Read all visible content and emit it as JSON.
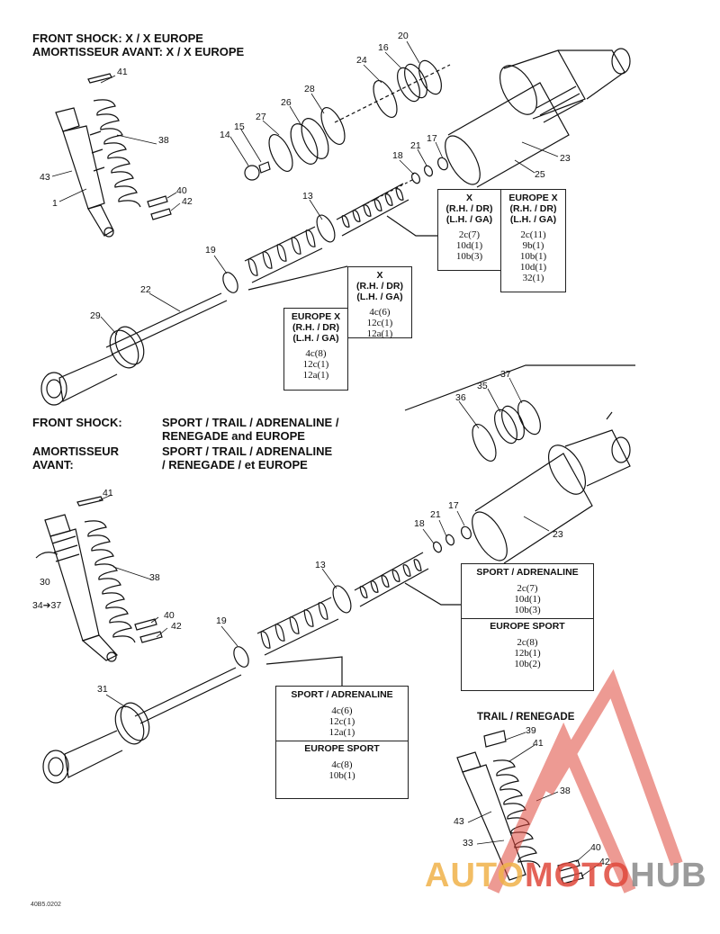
{
  "header1": {
    "line1": "FRONT SHOCK:  X / X EUROPE",
    "line2": "AMORTISSEUR AVANT:  X / X EUROPE"
  },
  "header2": {
    "label1": "FRONT SHOCK:",
    "value1a": "SPORT / TRAIL / ADRENALINE /",
    "value1b": "RENEGADE and EUROPE",
    "label2a": "AMORTISSEUR",
    "label2b": "AVANT:",
    "value2a": "SPORT / TRAIL / ADRENALINE",
    "value2b": "/ RENEGADE / et EUROPE"
  },
  "parts_top": [
    "41",
    "38",
    "43",
    "1",
    "40",
    "42",
    "14",
    "15",
    "27",
    "26",
    "28",
    "24",
    "16",
    "20",
    "23",
    "25",
    "21",
    "17",
    "18",
    "13",
    "19",
    "22",
    "29"
  ],
  "parts_bottom": [
    "41",
    "30",
    "34➔37",
    "38",
    "40",
    "42",
    "36",
    "35",
    "37",
    "23",
    "17",
    "21",
    "18",
    "13",
    "19",
    "31"
  ],
  "parts_trail": [
    "39",
    "41",
    "38",
    "43",
    "33",
    "40",
    "42"
  ],
  "box_x_upper": {
    "h1": "X",
    "h2": "(R.H. / DR)",
    "h3": "(L.H. / GA)",
    "v": [
      "2c(7)",
      "10d(1)",
      "10b(3)"
    ]
  },
  "box_eu_upper": {
    "h1": "EUROPE X",
    "h2": "(R.H. / DR)",
    "h3": "(L.H. / GA)",
    "v": [
      "2c(11)",
      "9b(1)",
      "10b(1)",
      "10d(1)",
      "32(1)"
    ]
  },
  "box_x_lower": {
    "h1": "X",
    "h2": "(R.H. / DR)",
    "h3": "(L.H. / GA)",
    "v": [
      "4c(6)",
      "12c(1)",
      "12a(1)"
    ]
  },
  "box_eu_lower": {
    "h1": "EUROPE X",
    "h2": "(R.H. / DR)",
    "h3": "(L.H. / GA)",
    "v": [
      "4c(8)",
      "12c(1)",
      "12a(1)"
    ]
  },
  "box_sport_upper": {
    "h1": "SPORT / ADRENALINE",
    "v1": [
      "2c(7)",
      "10d(1)",
      "10b(3)"
    ],
    "h2": "EUROPE SPORT",
    "v2": [
      "2c(8)",
      "12b(1)",
      "10b(2)"
    ]
  },
  "box_sport_lower": {
    "h1": "SPORT / ADRENALINE",
    "v1": [
      "4c(6)",
      "12c(1)",
      "12a(1)"
    ],
    "h2": "EUROPE SPORT",
    "v2": [
      "4c(8)",
      "10b(1)"
    ]
  },
  "trail_label": "TRAIL / RENEGADE",
  "watermark": {
    "part1": "AUTO",
    "part2": "MOTO",
    "part3": "HUB",
    "color_accent": "#f0b24a",
    "color_red": "#e0483c",
    "color_grey": "#8a8a8a"
  },
  "drawing_code": "40B5.0202"
}
